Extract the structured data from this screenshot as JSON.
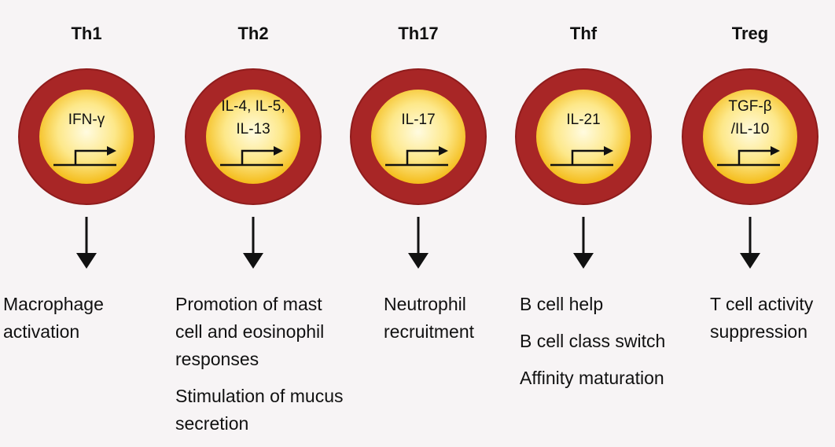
{
  "palette": {
    "ring": "#a82626",
    "ring_edge": "#8f1c1c",
    "core_inner": "#fffbe0",
    "core_outer": "#f4bc1a",
    "stroke": "#111111",
    "background": "#f7f4f5"
  },
  "cells": [
    {
      "name": "Th1",
      "cytokine": "IFN-γ",
      "effects": [
        "Macrophage\nactivation"
      ]
    },
    {
      "name": "Th2",
      "cytokine": "IL-4, IL-5,\nIL-13",
      "effects": [
        "Promotion of mast\ncell and eosinophil\nresponses",
        "Stimulation of mucus\nsecretion"
      ]
    },
    {
      "name": "Th17",
      "cytokine": "IL-17",
      "effects": [
        "Neutrophil\nrecruitment"
      ]
    },
    {
      "name": "Thf",
      "cytokine": "IL-21",
      "effects": [
        "B cell help",
        "B cell class switch",
        "Affinity maturation"
      ]
    },
    {
      "name": "Treg",
      "cytokine": "TGF-β\n/IL-10",
      "effects": [
        "T cell activity\nsuppression"
      ]
    }
  ]
}
